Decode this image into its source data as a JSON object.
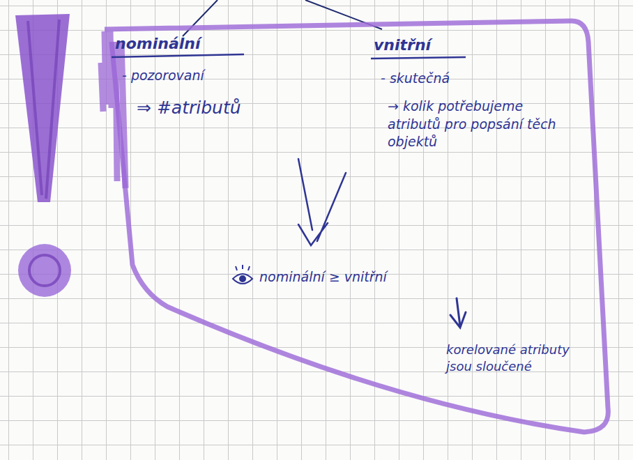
{
  "diagram": {
    "labels": [
      "nominální",
      "- pozorovaní",
      "⇒ #atributů",
      "vnitřní",
      "- skutečná",
      "→ kolik potřebujeme atributů pro popsání těch objektů",
      "nominální ≥ vnitřní",
      "korelované atributy jsou sloučené"
    ]
  }
}
